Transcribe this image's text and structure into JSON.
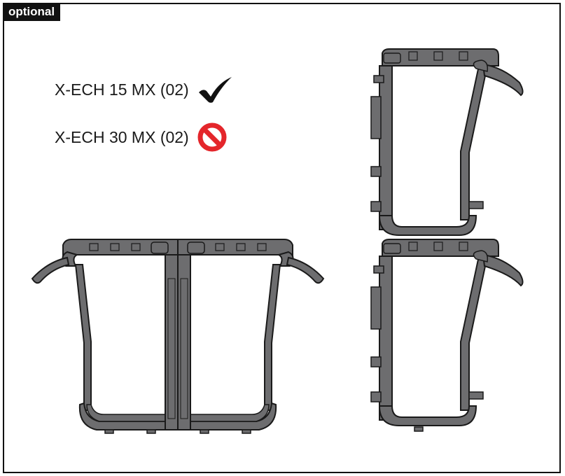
{
  "tag": {
    "label": "optional"
  },
  "compatibility": [
    {
      "label": "X-ECH 15 MX (02)",
      "status": "allowed",
      "icon": "check-icon",
      "color": "#111111"
    },
    {
      "label": "X-ECH 30 MX (02)",
      "status": "forbidden",
      "icon": "prohibited-icon",
      "color": "#e4262b"
    }
  ],
  "colors": {
    "profile_fill": "#6d6d6f",
    "profile_stroke": "#1a1a1a",
    "frame": "#111111"
  }
}
